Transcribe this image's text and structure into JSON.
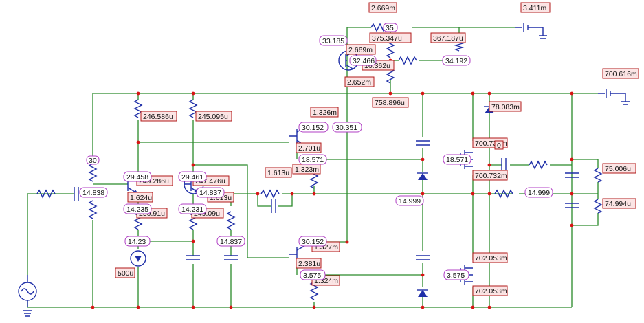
{
  "labels": {
    "l_2669m_top": "2.669m",
    "l_3411m": "3.411m",
    "l_35": "35",
    "l_33185": "33.185",
    "l_375347u": "375.347u",
    "l_367187u": "367.187u",
    "l_2669m_mid": "2.669m",
    "l_32466": "32.466",
    "l_16362u": "16.362u",
    "l_34192": "34.192",
    "l_2652m": "2.652m",
    "l_700616m": "700.616m",
    "l_758896u": "758.896u",
    "l_78083m": "78.083m",
    "l_246586u": "246.586u",
    "l_245095u": "245.095u",
    "l_1326m": "1.326m",
    "l_30152_top": "30.152",
    "l_30351": "30.351",
    "l_2701u": "2.701u",
    "l_700735m": "700.735m",
    "l_zero": "0",
    "l_18571_a": "18.571",
    "l_18571_b": "18.571",
    "l_1613u_a": "1.613u",
    "l_1323m": "1.323m",
    "l_700732m": "700.732m",
    "l_30": "30",
    "l_29458": "29.458",
    "l_249286u": "249.286u",
    "l_29461": "29.461",
    "l_247476u": "247.476u",
    "l_14838": "14.838",
    "l_1624u": "1.624u",
    "l_14837_a": "14.837",
    "l_1613u_b": "1.613u",
    "l_75006u": "75.006u",
    "l_14999_a": "14.999",
    "l_14999_b": "14.999",
    "l_74994u": "74.994u",
    "l_14235": "14.235",
    "l_250910u": "250.91u",
    "l_14231": "14.231",
    "l_249090u": "249.09u",
    "l_1423": "14.23",
    "l_14837_b": "14.837",
    "l_30152_bot": "30.152",
    "l_1327m": "1.327m",
    "l_2381u": "2.381u",
    "l_702053m_a": "702.053m",
    "l_3575_a": "3.575",
    "l_3575_b": "3.575",
    "l_1324m": "1.324m",
    "l_500u": "500u",
    "l_702053m_b": "702.053m"
  }
}
